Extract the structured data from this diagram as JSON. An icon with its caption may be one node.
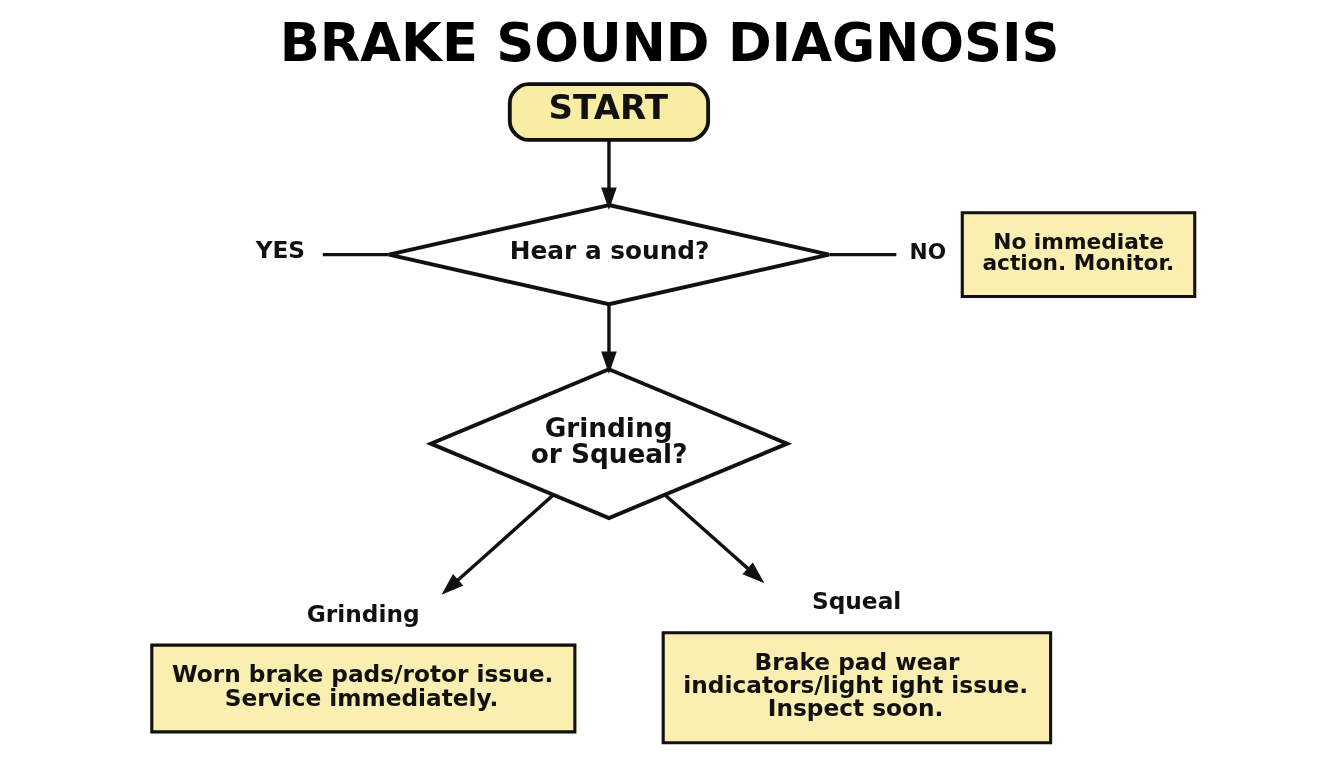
{
  "diagram": {
    "title": "BRAKE SOUND DIAGNOSIS",
    "nodes": [
      {
        "text": [
          "START"
        ]
      },
      {
        "text": [
          "YES"
        ]
      },
      {
        "text": [
          "Hear a sound?"
        ]
      },
      {
        "text": [
          "NO",
          "No immediate action. Monitor."
        ]
      },
      {
        "text": [
          "Grinding or Squeal?"
        ]
      },
      {
        "text": [
          "Grinding",
          "Worn brake pads/rotor issue. Service immediately."
        ]
      },
      {
        "text": [
          "Squeal",
          "Brake pad wear indicators/light ight issue. Inspect soon."
        ]
      }
    ],
    "edges": [
      {
        "from": 0,
        "to": 2,
        "arrow": "to"
      },
      {
        "from": 1,
        "to": 2,
        "arrow": "none"
      },
      {
        "from": 2,
        "to": 3,
        "arrow": "none"
      },
      {
        "from": 2,
        "to": 4,
        "arrow": "to"
      },
      {
        "from": 4,
        "to": 5,
        "arrow": "to"
      },
      {
        "from": 4,
        "to": 6,
        "arrow": "to"
      }
    ]
  }
}
